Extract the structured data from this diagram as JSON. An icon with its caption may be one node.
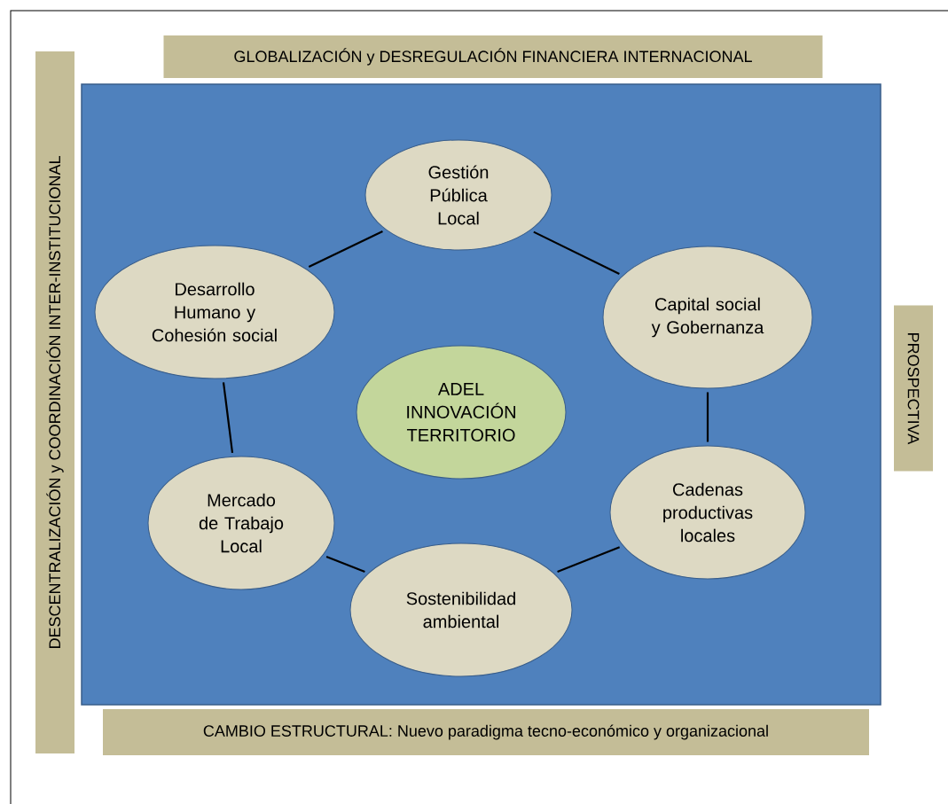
{
  "diagram": {
    "nodes": [
      {
        "text": [
          "GLOBALIZACIÓN y DESREGULACIÓN FINANCIERA INTERNACIONAL"
        ]
      },
      {
        "text": [
          "DESCENTRALIZACIÓN y COORDINACIÓN INTER-INSTITUCIONAL"
        ]
      },
      {
        "text": [],
        "shape": "box"
      },
      {
        "text": [
          "Gestión Pública Local"
        ],
        "in": 2
      },
      {
        "text": [
          "Desarrollo Humano y Cohesión social"
        ],
        "in": 2
      },
      {
        "text": [
          "Capital social y Gobernanza"
        ],
        "in": 2
      },
      {
        "text": [
          "ADEL INNOVACIÓN TERRITORIO"
        ],
        "in": 2
      },
      {
        "text": [
          "Mercado de Trabajo Local"
        ],
        "in": 2
      },
      {
        "text": [
          "Cadenas productivas locales"
        ],
        "in": 2
      },
      {
        "text": [
          "Sostenibilidad ambiental"
        ],
        "in": 2
      },
      {
        "text": [
          "PROSPECTIVA"
        ]
      },
      {
        "text": [
          "CAMBIO ESTRUCTURAL: Nuevo paradigma tecno-económico y organizacional"
        ]
      }
    ],
    "edges": [
      {
        "from": 3,
        "to": 4,
        "arrow": "none"
      },
      {
        "from": 3,
        "to": 5,
        "arrow": "none"
      },
      {
        "from": 5,
        "to": 8,
        "arrow": "none"
      },
      {
        "from": 8,
        "to": 9,
        "arrow": "none"
      },
      {
        "from": 9,
        "to": 7,
        "arrow": "none"
      },
      {
        "from": 7,
        "to": 4,
        "arrow": "none"
      }
    ]
  }
}
